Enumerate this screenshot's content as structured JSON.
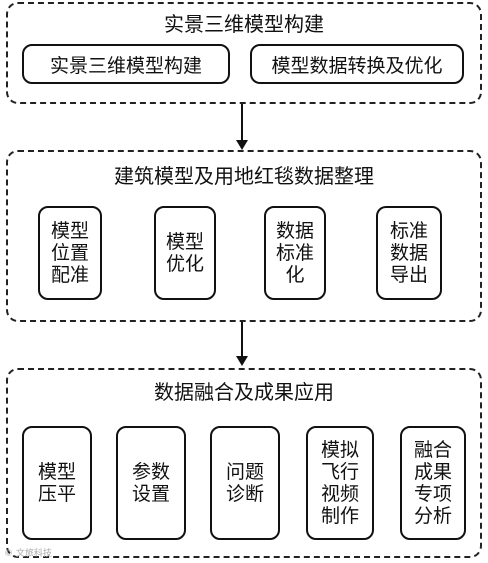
{
  "sections": [
    {
      "title": "实景三维模型构建",
      "boxes": [
        "实景三维模型构建",
        "模型数据转换及优化"
      ]
    },
    {
      "title": "建筑模型及用地红毯数据整理",
      "boxes": [
        "模型位置配准",
        "模型优化",
        "数据标准化",
        "标准数据导出"
      ]
    },
    {
      "title": "数据融合及成果应用",
      "boxes": [
        "模型压平",
        "参数设置",
        "问题诊断",
        "模拟飞行视频制作",
        "融合成果专项分析"
      ]
    }
  ],
  "watermark": "© 文旅科技"
}
